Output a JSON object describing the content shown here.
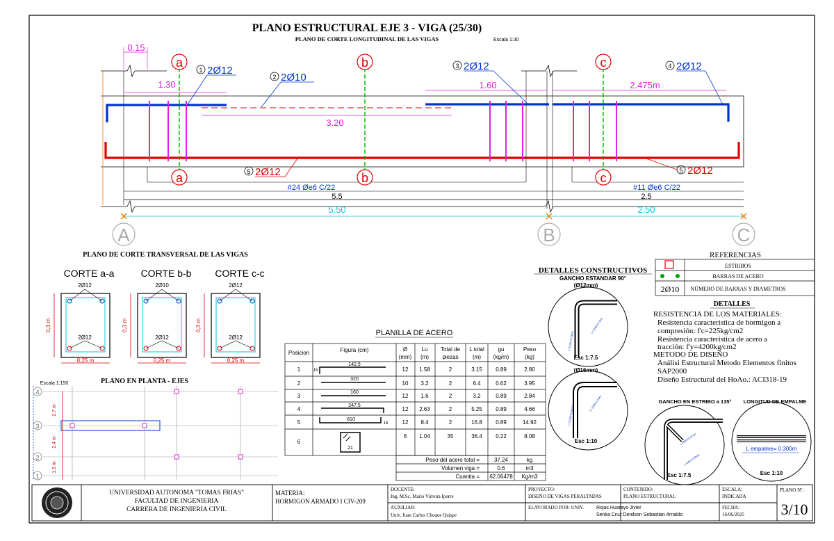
{
  "title": "PLANO ESTRUCTURAL  EJE 3 - VIGA (25/30)",
  "subtitle": "PLANO DE CORTE LONGITUDINAL DE LAS VIGAS",
  "escala_long": "Escala 1:30",
  "long": {
    "dim_015": "0.15",
    "dim_130": "1.30",
    "dim_320": "3.20",
    "dim_160": "1.60",
    "dim_2475": "2.475m",
    "bar1": {
      "num": "1",
      "label": "2Ø12"
    },
    "bar2": {
      "num": "2",
      "label": "2Ø10"
    },
    "bar3": {
      "num": "3",
      "label": "2Ø12"
    },
    "bar4": {
      "num": "4",
      "label": "2Ø12"
    },
    "bar5a": {
      "num": "5",
      "label": "2Ø12"
    },
    "bar5b": {
      "num": "5",
      "label": "2Ø12"
    },
    "stirrups_left": "#24 Øe6 C/22",
    "stirrups_right": "#11 Øe6 C/22",
    "span1_black": "5.5",
    "span2_black": "2.5",
    "span1_cyan": "5.50",
    "span2_cyan": "2.50",
    "section_a": "a",
    "section_b": "b",
    "section_c": "c",
    "axis_a": "A",
    "axis_b": "B",
    "axis_c": "C"
  },
  "cross": {
    "title": "PLANO DE CORTE TRANSVERSAL DE LAS VIGAS",
    "sections": [
      {
        "name": "CORTE a-a",
        "top": "2Ø12",
        "bottom": "2Ø12",
        "h": "0,3 m",
        "w": "0,25 m"
      },
      {
        "name": "CORTE b-b",
        "top": "2Ø10",
        "bottom": "2Ø12",
        "h": "0,3 m",
        "w": "0,25 m"
      },
      {
        "name": "CORTE c-c",
        "top": "2Ø12",
        "bottom": "2Ø12",
        "h": "0,3 m",
        "w": "0,25 m"
      }
    ]
  },
  "plan": {
    "title": "PLANO EN PLANTA - EJES",
    "escala": "Escala 1:150",
    "axes": [
      "4",
      "3",
      "2",
      "1"
    ],
    "dims": [
      "2.7 m",
      "2.4 m",
      "1.5 m"
    ]
  },
  "planilla": {
    "title": "PLANILLA DE ACERO",
    "headers": [
      "Posicion",
      "Figura (cm)",
      "Ø",
      "Lu",
      "Total de",
      "L total",
      "gu",
      "Peso"
    ],
    "headers2": [
      "",
      "",
      "(mm)",
      "(m)",
      "piezas",
      "(m)",
      "(kg/m)",
      "(kg)"
    ],
    "rows": [
      {
        "pos": "1",
        "fig": "142.5",
        "d": "12",
        "lu": "1.58",
        "n": "2",
        "lt": "3.15",
        "gu": "0.89",
        "peso": "2.80"
      },
      {
        "pos": "2",
        "fig": "320",
        "d": "10",
        "lu": "3.2",
        "n": "2",
        "lt": "6.4",
        "gu": "0.62",
        "peso": "3.95"
      },
      {
        "pos": "3",
        "fig": "160",
        "d": "12",
        "lu": "1.6",
        "n": "2",
        "lt": "3.2",
        "gu": "0.89",
        "peso": "2.84"
      },
      {
        "pos": "4",
        "fig": "247.5",
        "d": "12",
        "lu": "2.63",
        "n": "2",
        "lt": "5.25",
        "gu": "0.89",
        "peso": "4.66"
      },
      {
        "pos": "5",
        "fig": "810",
        "d": "12",
        "lu": "8.4",
        "n": "2",
        "lt": "16.8",
        "gu": "0.89",
        "peso": "14.92"
      },
      {
        "pos": "6",
        "fig": "21",
        "d": "6",
        "lu": "1.04",
        "n": "35",
        "lt": "36.4",
        "gu": "0.22",
        "peso": "8.08"
      }
    ],
    "fig_side": "15",
    "totals": [
      {
        "label": "Peso del acero total =",
        "value": "37.24",
        "unit": "kg"
      },
      {
        "label": "Volumen viga =",
        "value": "0.6",
        "unit": "m3"
      },
      {
        "label": "Cuantia =",
        "value": "62.06478",
        "unit": "Kg/m3"
      }
    ]
  },
  "detalles_constr": {
    "title": "DETALLES CONSTRUCTIVOS",
    "sub": "GANCHO ESTANDAR 90°",
    "d12": "(Ø12mm)",
    "d16": "(Ø16mm)",
    "esc1": "Esc 1:7.5",
    "esc2": "Esc 1:10",
    "gancho135": "GANCHO EN ESTRIBO  a 135°",
    "empalme": "LONGITUD DE EMPALME",
    "esc3": "Esc 1:7.5",
    "esc4": "Esc 1:10",
    "lemp": "L empalme= 0.300m",
    "hook_small_1": "L=12db=0.15m",
    "hook_small_2": "L=12db=0.144m",
    "hook_small_3": "L=12db=0.19m",
    "hook_small_4": "L=12db=0.192m",
    "hook_small_5": "L=6db=0.072m",
    "hook_small_6": "L=6db=0.036m"
  },
  "referencias": {
    "title": "REFERENCIAS",
    "items": [
      "ESTRIBOS",
      "BARRAS DE ACERO",
      "NÚMERO DE BARRAS Y DIAMETROS"
    ],
    "sym3": "2Ø10"
  },
  "detalles": {
    "title": "DETALLES",
    "lines": [
      "RESISTENCIA DE LOS MATERIALES:",
      "Resistencia caracteristica de hormigon a",
      "compresión: f'c=225kg/cm2",
      "Resistencia caracteristica de acero a",
      "tracción:          f'y=4200kg/cm2",
      "METODO DE DISEÑO",
      "Análisi Estructural Metodo Elementos finitos",
      "SAP2000",
      "Diseño Estructural del HoAo.: ACI318-19"
    ]
  },
  "colors": {
    "blue": "#0033cc",
    "red": "#e00000",
    "magenta": "#e020e0",
    "green": "#00c000",
    "cyan": "#00c8d8",
    "orange": "#f08000"
  },
  "footer": {
    "univ1": "UNIVERSIDAD AUTONOMA \"TOMAS FRIAS\"",
    "univ2": "FACULTAD DE INGENIERIA",
    "univ3": "CARRERA DE INGENIERIA CIVIL",
    "materia_lbl": "MATERIA:",
    "materia": "HORMIGON ARMADO I CIV-209",
    "docente_lbl": "DOCENTE:",
    "docente": "Ing. M.Sc. Mario Virreira Iporre",
    "auxiliar_lbl": "AUXILIAR:",
    "auxiliar": "Univ. Juan Carlos Choque Quispe",
    "proyecto_lbl": "PROYECTO:",
    "proyecto": "DISEÑO DE VIGAS PERALTADAS",
    "elab_lbl": "ELAVORADO POR: UNIV.",
    "elab1": "Rojas Huarayo Jivier",
    "elab2": "Senka Cruz Denilson Sebastian Arnaldo",
    "contenido_lbl": "CONTENIDO:",
    "contenido": "PLANO ESTRUCTURAL",
    "escala_lbl": "ESCALA:",
    "escala": "INDICADA",
    "fecha_lbl": "FECHA:",
    "fecha": "16/06/2025",
    "plano_lbl": "PLANO Nº:",
    "plano": "3/10"
  }
}
